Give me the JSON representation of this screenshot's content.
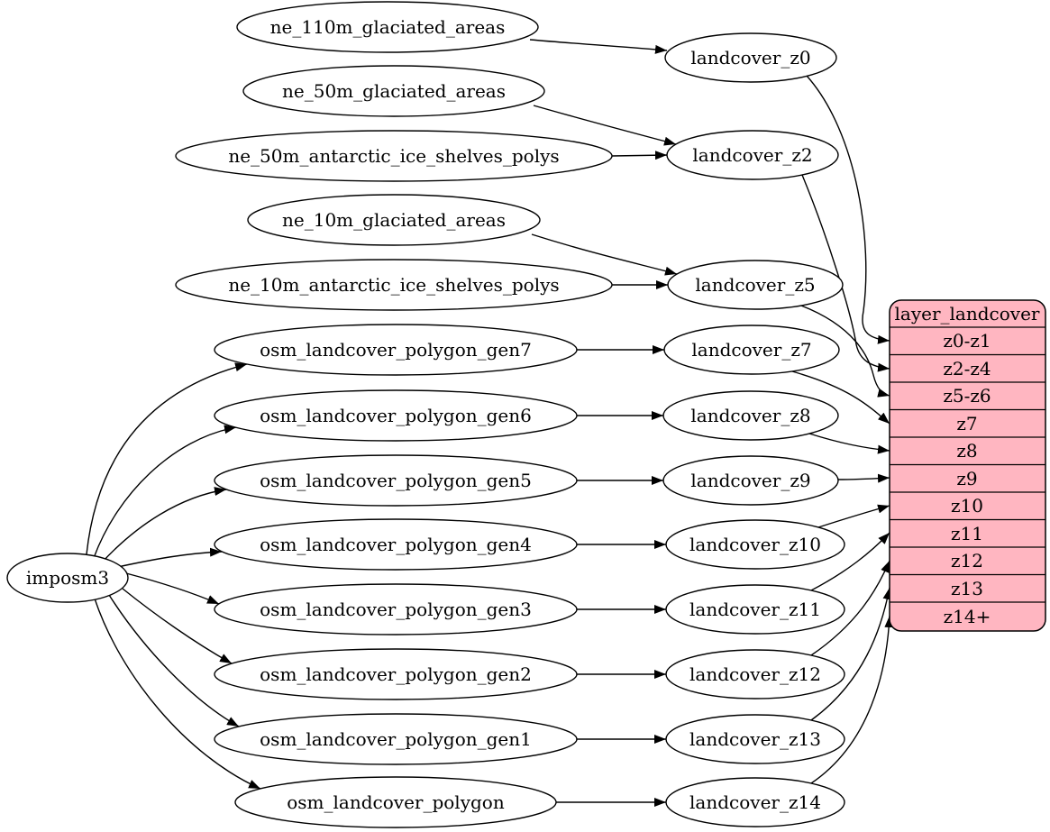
{
  "diagram": {
    "importer": "imposm3",
    "sources": [
      "ne_110m_glaciated_areas",
      "ne_50m_glaciated_areas",
      "ne_50m_antarctic_ice_shelves_polys",
      "ne_10m_glaciated_areas",
      "ne_10m_antarctic_ice_shelves_polys",
      "osm_landcover_polygon_gen7",
      "osm_landcover_polygon_gen6",
      "osm_landcover_polygon_gen5",
      "osm_landcover_polygon_gen4",
      "osm_landcover_polygon_gen3",
      "osm_landcover_polygon_gen2",
      "osm_landcover_polygon_gen1",
      "osm_landcover_polygon"
    ],
    "generalized": [
      "landcover_z0",
      "landcover_z2",
      "landcover_z5",
      "landcover_z7",
      "landcover_z8",
      "landcover_z9",
      "landcover_z10",
      "landcover_z11",
      "landcover_z12",
      "landcover_z13",
      "landcover_z14"
    ],
    "layer_table": {
      "title": "layer_landcover",
      "rows": [
        "z0-z1",
        "z2-z4",
        "z5-z6",
        "z7",
        "z8",
        "z9",
        "z10",
        "z11",
        "z12",
        "z13",
        "z14+"
      ]
    },
    "edges": [
      {
        "from": "imposm3",
        "to": "osm_landcover_polygon_gen7"
      },
      {
        "from": "imposm3",
        "to": "osm_landcover_polygon_gen6"
      },
      {
        "from": "imposm3",
        "to": "osm_landcover_polygon_gen5"
      },
      {
        "from": "imposm3",
        "to": "osm_landcover_polygon_gen4"
      },
      {
        "from": "imposm3",
        "to": "osm_landcover_polygon_gen3"
      },
      {
        "from": "imposm3",
        "to": "osm_landcover_polygon_gen2"
      },
      {
        "from": "imposm3",
        "to": "osm_landcover_polygon_gen1"
      },
      {
        "from": "imposm3",
        "to": "osm_landcover_polygon"
      },
      {
        "from": "ne_110m_glaciated_areas",
        "to": "landcover_z0"
      },
      {
        "from": "ne_50m_glaciated_areas",
        "to": "landcover_z2"
      },
      {
        "from": "ne_50m_antarctic_ice_shelves_polys",
        "to": "landcover_z2"
      },
      {
        "from": "ne_10m_glaciated_areas",
        "to": "landcover_z5"
      },
      {
        "from": "ne_10m_antarctic_ice_shelves_polys",
        "to": "landcover_z5"
      },
      {
        "from": "osm_landcover_polygon_gen7",
        "to": "landcover_z7"
      },
      {
        "from": "osm_landcover_polygon_gen6",
        "to": "landcover_z8"
      },
      {
        "from": "osm_landcover_polygon_gen5",
        "to": "landcover_z9"
      },
      {
        "from": "osm_landcover_polygon_gen4",
        "to": "landcover_z10"
      },
      {
        "from": "osm_landcover_polygon_gen3",
        "to": "landcover_z11"
      },
      {
        "from": "osm_landcover_polygon_gen2",
        "to": "landcover_z12"
      },
      {
        "from": "osm_landcover_polygon_gen1",
        "to": "landcover_z13"
      },
      {
        "from": "osm_landcover_polygon",
        "to": "landcover_z14"
      },
      {
        "from": "landcover_z0",
        "to": "layer_landcover:z0-z1"
      },
      {
        "from": "landcover_z2",
        "to": "layer_landcover:z2-z4"
      },
      {
        "from": "landcover_z5",
        "to": "layer_landcover:z5-z6"
      },
      {
        "from": "landcover_z7",
        "to": "layer_landcover:z7"
      },
      {
        "from": "landcover_z8",
        "to": "layer_landcover:z8"
      },
      {
        "from": "landcover_z9",
        "to": "layer_landcover:z9"
      },
      {
        "from": "landcover_z10",
        "to": "layer_landcover:z10"
      },
      {
        "from": "landcover_z11",
        "to": "layer_landcover:z11"
      },
      {
        "from": "landcover_z12",
        "to": "layer_landcover:z12"
      },
      {
        "from": "landcover_z13",
        "to": "layer_landcover:z13"
      },
      {
        "from": "landcover_z14",
        "to": "layer_landcover:z14+"
      }
    ],
    "colors": {
      "layer_fill": "#ffb6c1",
      "node_fill": "#ffffff",
      "stroke": "#000000",
      "background": "#ffffff"
    }
  }
}
